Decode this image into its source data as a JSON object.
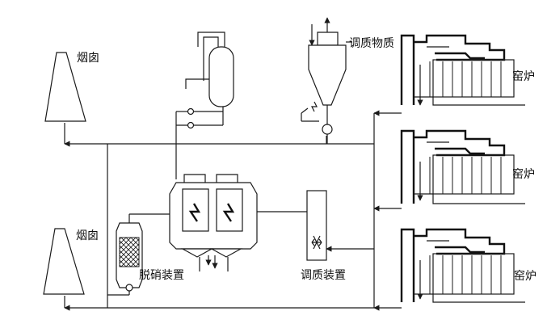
{
  "labels": {
    "chimney_top": "烟囱",
    "chimney_bottom": "烟囱",
    "denitration": "脱硝装置",
    "conditioning_material": "调质物质",
    "conditioning_device": "调质装置",
    "kiln_1": "窑炉",
    "kiln_2": "窑炉",
    "kiln_3": "窑炉"
  }
}
